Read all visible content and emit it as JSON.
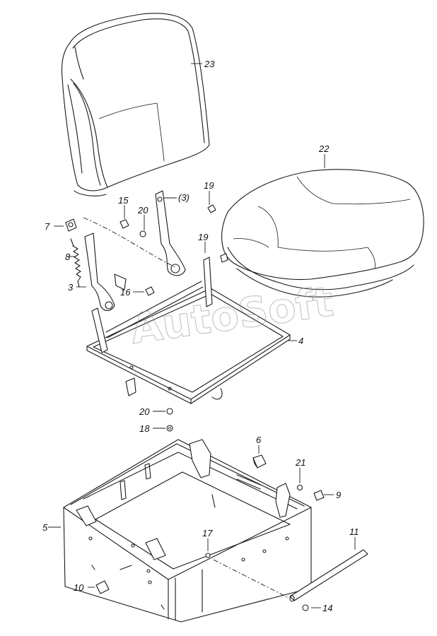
{
  "watermark": "AutoSoft",
  "callouts": {
    "c23": "23",
    "c22": "22",
    "c15": "15",
    "c20a": "20",
    "c3b": "(3)",
    "c19a": "19",
    "c19b": "19",
    "c7": "7",
    "c8": "8",
    "c3": "3",
    "c16": "16",
    "c4": "4",
    "c20b": "20",
    "c18": "18",
    "c6": "6",
    "c21": "21",
    "c9": "9",
    "c5": "5",
    "c17": "17",
    "c11": "11",
    "c10": "10",
    "c14": "14"
  }
}
